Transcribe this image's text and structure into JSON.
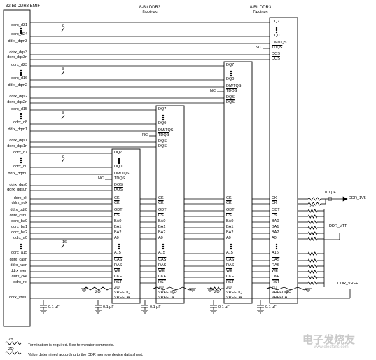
{
  "emif": {
    "title": "32-bit DDR3 EMIF",
    "signals": [
      "ddrx_d31",
      "ddrx_d24",
      "ddrx_dqm3",
      "ddrx_dqs3",
      "ddrx_dqs3n",
      "ddrx_d23",
      "ddrx_d16",
      "ddrx_dqm2",
      "ddrx_dqs2",
      "ddrx_dqs2n",
      "ddrx_d15",
      "ddrx_d8",
      "ddrx_dqm1",
      "ddrx_dqs1",
      "ddrx_dqs1n",
      "ddrx_d7",
      "ddrx_d0",
      "ddrx_dqm0",
      "ddrx_dqs0",
      "ddrx_dqs0n",
      "ddrx_ck",
      "ddrx_nck",
      "ddrx_odt0",
      "ddrx_csn0",
      "ddrx_ba0",
      "ddrx_ba1",
      "ddrx_ba2",
      "ddrx_a0",
      "ddrx_a15",
      "ddrx_casn",
      "ddrx_rasn",
      "ddrx_wen",
      "ddrx_cke",
      "ddrx_rst",
      "ddrx_vref0"
    ]
  },
  "devices_header": "8-Bit DDR3 Devices",
  "device_pins": {
    "data": [
      "DQ7",
      "DQ0",
      "DM/TQS",
      "TDQS",
      "DQS",
      "DQS"
    ],
    "control": [
      "CK",
      "CK",
      "ODT",
      "CS",
      "BA0",
      "BA1",
      "BA2",
      "A0",
      "A15",
      "CAS",
      "RAS",
      "WE",
      "CKE",
      "RST",
      "ZQ",
      "VREFDQ",
      "VREFCA"
    ]
  },
  "bus_widths": {
    "data": "8",
    "address": "16"
  },
  "nc": "NC",
  "zq": "ZQ",
  "zo": "Zo",
  "cap": "0.1 µF",
  "nets": {
    "ddr_15v": "DDR_1V5",
    "ddr_vtt": "DDR_VTT",
    "ddr_vref": "DDR_VREF"
  },
  "legend": {
    "zo_note": "Termination is required. See terminator comments.",
    "zq_note": "Value determined according to the DDR memory device data sheet."
  },
  "watermark": "电子发烧友",
  "watermark_url": "www.elecfans.com"
}
